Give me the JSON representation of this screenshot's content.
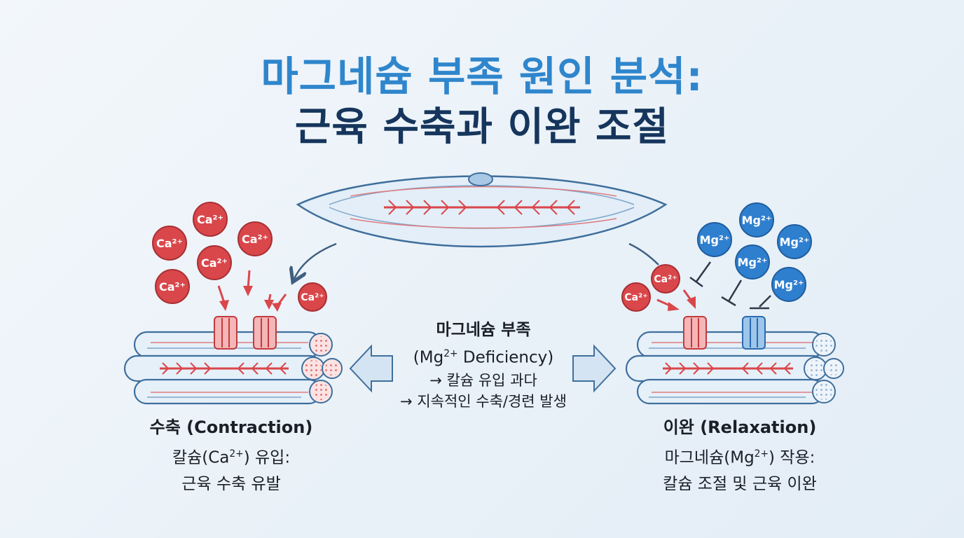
{
  "title": {
    "line1": "마그네슘 부족 원인 분석:",
    "line2": "근육 수축과 이완 조절"
  },
  "ion_labels": {
    "calcium": "Ca²⁺",
    "magnesium": "Mg²⁺"
  },
  "left_panel": {
    "title": "수축 (Contraction)",
    "body_prefix": "칼슘(Ca",
    "body_sup": "2+",
    "body_suffix": ") 유입:",
    "body_line2": "근육 수축 유발"
  },
  "right_panel": {
    "title": "이완 (Relaxation)",
    "body_prefix": "마그네슘(Mg",
    "body_sup": "2+",
    "body_suffix": ") 작용:",
    "body_line2": "칼슘 조절 및 근육 이완"
  },
  "center": {
    "heading": "마그네슘 부족",
    "sub_prefix": "(Mg",
    "sub_sup": "2+",
    "sub_suffix": " Deficiency)",
    "effects": [
      "→ 칼슘 유입 과다",
      "→ 지속적인 수축/경련 발생"
    ]
  },
  "colors": {
    "title_blue": "#2f86cc",
    "title_navy": "#16355c",
    "calcium_red": "#d9474b",
    "magnesium_blue": "#2f7fcf",
    "fiber_fill": "#e6f0f9",
    "fiber_stroke": "#3f6f9c"
  }
}
